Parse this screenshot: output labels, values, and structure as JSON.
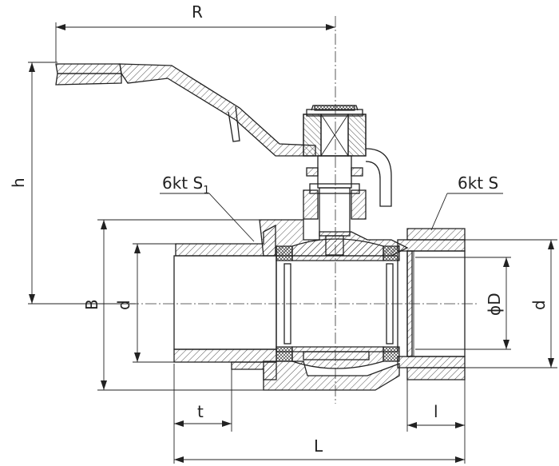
{
  "labels": {
    "R": "R",
    "h": "h",
    "B": "B",
    "d_left": "d",
    "phiD": "ϕD",
    "d_right": "d",
    "t": "t",
    "l": "l",
    "L": "L",
    "hex_s1_main": "6kt S",
    "hex_s1_sub": "1",
    "hex_s": "6kt S"
  }
}
